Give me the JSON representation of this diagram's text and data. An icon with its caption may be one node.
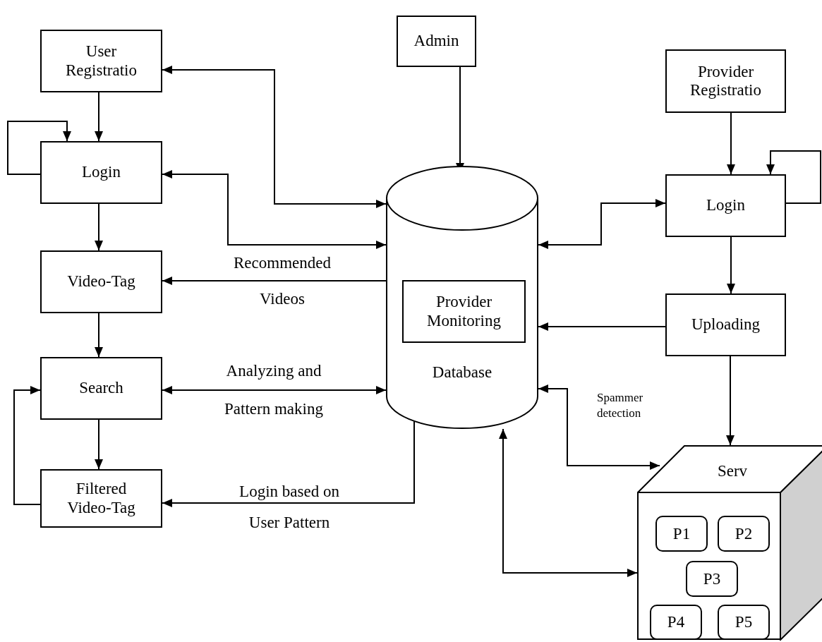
{
  "diagram": {
    "nodes": [
      {
        "text": [
          "User Registratio"
        ]
      },
      {
        "text": [
          "Login"
        ]
      },
      {
        "text": [
          "Video-Tag"
        ]
      },
      {
        "text": [
          "Search"
        ]
      },
      {
        "text": [
          "Filtered Video-Tag"
        ]
      },
      {
        "text": [
          "Admin"
        ]
      },
      {
        "text": [
          "Database"
        ]
      },
      {
        "text": [
          "Provider Monitoring"
        ],
        "in": 6
      },
      {
        "text": [
          "Provider Registratio"
        ]
      },
      {
        "text": [
          "Login"
        ]
      },
      {
        "text": [
          "Uploading"
        ]
      },
      {
        "text": [
          "Serv"
        ]
      },
      {
        "text": [
          "P1"
        ],
        "in": 11
      },
      {
        "text": [
          "P2"
        ],
        "in": 11
      },
      {
        "text": [
          "P3"
        ],
        "in": 11
      },
      {
        "text": [
          "P4"
        ],
        "in": 11
      },
      {
        "text": [
          "P5"
        ],
        "in": 11
      }
    ],
    "edges": [
      {
        "from": 0,
        "to": 1,
        "arrow": "to"
      },
      {
        "from": 1,
        "to": 1,
        "arrow": "to"
      },
      {
        "from": 1,
        "to": 2,
        "arrow": "to"
      },
      {
        "from": 2,
        "to": 3,
        "arrow": "to"
      },
      {
        "from": 3,
        "to": 4,
        "arrow": "to"
      },
      {
        "from": 4,
        "to": 3,
        "arrow": "to"
      },
      {
        "from": 6,
        "to": 0,
        "arrow": "both"
      },
      {
        "from": 6,
        "to": 1,
        "arrow": "both"
      },
      {
        "from": 6,
        "to": 2,
        "arrow": "to",
        "label": "Recommended Videos"
      },
      {
        "from": 3,
        "to": 6,
        "arrow": "both",
        "label": "Analyzing and Pattern making"
      },
      {
        "from": 6,
        "to": 4,
        "arrow": "to",
        "label": "Login based on User Pattern"
      },
      {
        "from": 5,
        "to": 6,
        "arrow": "to"
      },
      {
        "from": 8,
        "to": 9,
        "arrow": "to"
      },
      {
        "from": 9,
        "to": 9,
        "arrow": "to"
      },
      {
        "from": 6,
        "to": 9,
        "arrow": "both"
      },
      {
        "from": 9,
        "to": 10,
        "arrow": "to"
      },
      {
        "from": 10,
        "to": 6,
        "arrow": "to"
      },
      {
        "from": 10,
        "to": 11,
        "arrow": "to"
      },
      {
        "from": 6,
        "to": 11,
        "arrow": "both",
        "label": "Spammer detection"
      },
      {
        "from": 6,
        "to": 11,
        "arrow": "both"
      }
    ]
  }
}
